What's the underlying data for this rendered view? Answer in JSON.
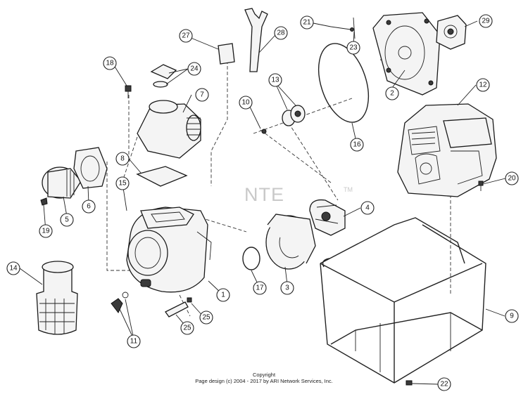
{
  "watermark": {
    "text": "NTE",
    "tm": "TM"
  },
  "footer": {
    "line1": "Copyright",
    "line2": "Page design (c) 2004 - 2017 by ARI Network Services, Inc."
  },
  "callouts": {
    "c1": "1",
    "c2": "2",
    "c3": "3",
    "c4": "4",
    "c5": "5",
    "c6": "6",
    "c7": "7",
    "c8": "8",
    "c9": "9",
    "c10": "10",
    "c11": "11",
    "c12": "12",
    "c13": "13",
    "c14": "14",
    "c15": "15",
    "c16": "16",
    "c17": "17",
    "c18": "18",
    "c19": "19",
    "c20": "20",
    "c21": "21",
    "c22": "22",
    "c23": "23",
    "c24": "24",
    "c25a": "25",
    "c25b": "25",
    "c27": "27",
    "c28": "28",
    "c29": "29"
  }
}
